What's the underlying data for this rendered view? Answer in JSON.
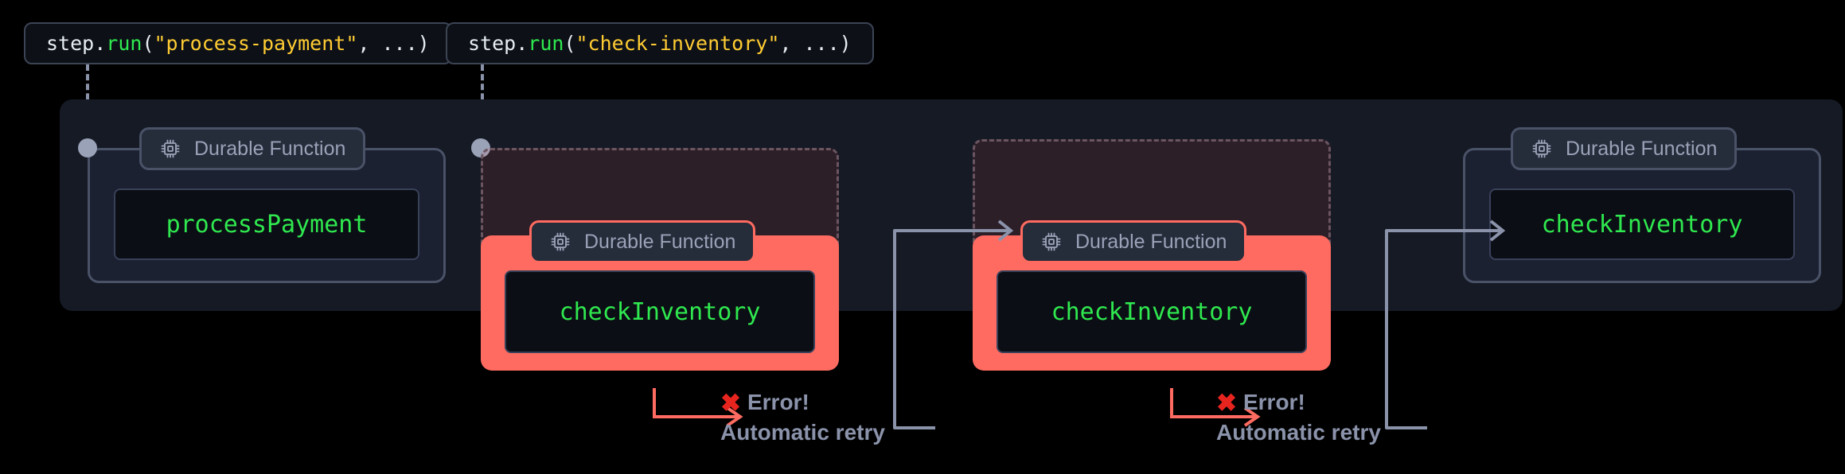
{
  "diagram": {
    "title": "Durable Function step retry flow",
    "colors": {
      "background": "#000000",
      "panel": "#151a25",
      "border": "#4a5268",
      "code_green": "#2fe84f",
      "error_red": "#ff6b61",
      "x_red": "#e8241f",
      "muted_text": "#8b93ab",
      "string_yellow": "#ffcc33",
      "dot": "#9aa2b8"
    }
  },
  "callouts": [
    {
      "id": "callout-process-payment",
      "obj": "step",
      "dot": ".",
      "method": "run",
      "open_paren": "(",
      "arg": "\"process-payment\"",
      "rest": ", ...)"
    },
    {
      "id": "callout-check-inventory",
      "obj": "step",
      "dot": ".",
      "method": "run",
      "open_paren": "(",
      "arg": "\"check-inventory\"",
      "rest": ", ...)"
    }
  ],
  "steps": [
    {
      "id": "step-process-payment",
      "state": "success",
      "badge": "Durable Function",
      "icon": "chip-icon",
      "function_name": "processPayment"
    },
    {
      "id": "step-check-inventory-attempt-1",
      "state": "error",
      "badge": "Durable Function",
      "icon": "chip-icon",
      "function_name": "checkInventory",
      "error_mark": "✖",
      "error_label": "Error!",
      "retry_label": "Automatic retry"
    },
    {
      "id": "step-check-inventory-attempt-2",
      "state": "error",
      "badge": "Durable Function",
      "icon": "chip-icon",
      "function_name": "checkInventory",
      "error_mark": "✖",
      "error_label": "Error!",
      "retry_label": "Automatic retry"
    },
    {
      "id": "step-check-inventory-success",
      "state": "success",
      "badge": "Durable Function",
      "icon": "chip-icon",
      "function_name": "checkInventory"
    }
  ]
}
